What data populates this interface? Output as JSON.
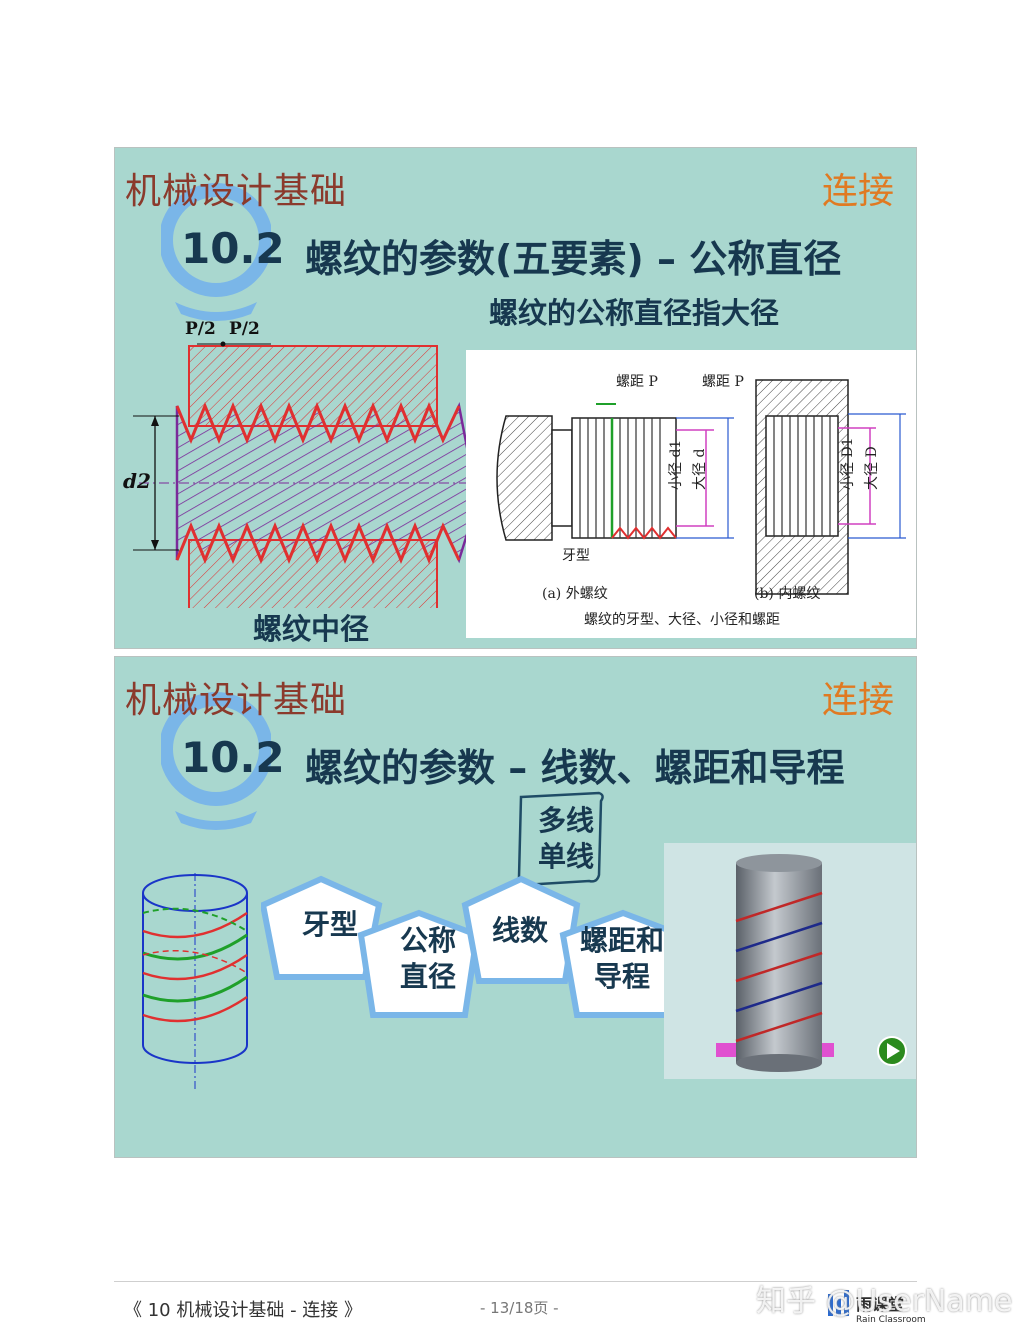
{
  "slides": [
    {
      "course": "机械设计基础",
      "topic": "连接",
      "section_number": "10.2",
      "section_title": "螺纹的参数(五要素) – 公称直径",
      "subtitle": "螺纹的公称直径指大径",
      "left_figure": {
        "pitch_labels": [
          "P/2",
          "P/2"
        ],
        "diameter_label": "d2",
        "caption": "螺纹中径"
      },
      "right_figure": {
        "pitch_label_a": "螺距 P",
        "pitch_label_b": "螺距 P",
        "minor_diameter_ext": "小径 d1",
        "major_diameter_ext": "大径 d",
        "minor_diameter_int": "小径 D1",
        "major_diameter_int": "大径 D",
        "profile_label": "牙型",
        "label_a": "(a) 外螺纹",
        "label_b": "(b) 内螺纹",
        "caption": "螺纹的牙型、大径、小径和螺距"
      }
    },
    {
      "course": "机械设计基础",
      "topic": "连接",
      "section_number": "10.2",
      "section_title": "螺纹的参数 – 线数、螺距和导程",
      "scroll_lines": [
        "多线",
        "单线"
      ],
      "hexagons": [
        {
          "line1": "牙型",
          "line2": ""
        },
        {
          "line1": "公称",
          "line2": "直径"
        },
        {
          "line1": "线数",
          "line2": ""
        },
        {
          "line1": "螺距和",
          "line2": "导程"
        }
      ]
    }
  ],
  "footer": {
    "document_title": "《 10 机械设计基础 - 连接 》",
    "page_indicator": "- 13/18页 -",
    "logo_text": "雨课堂",
    "logo_subtext": "Rain Classroom",
    "watermark": "知乎 @UserName"
  },
  "colors": {
    "slide_background": "#a9d7cf",
    "title_text": "#17384f",
    "course_text": "#8b3a2c",
    "topic_text": "#e07a22"
  }
}
